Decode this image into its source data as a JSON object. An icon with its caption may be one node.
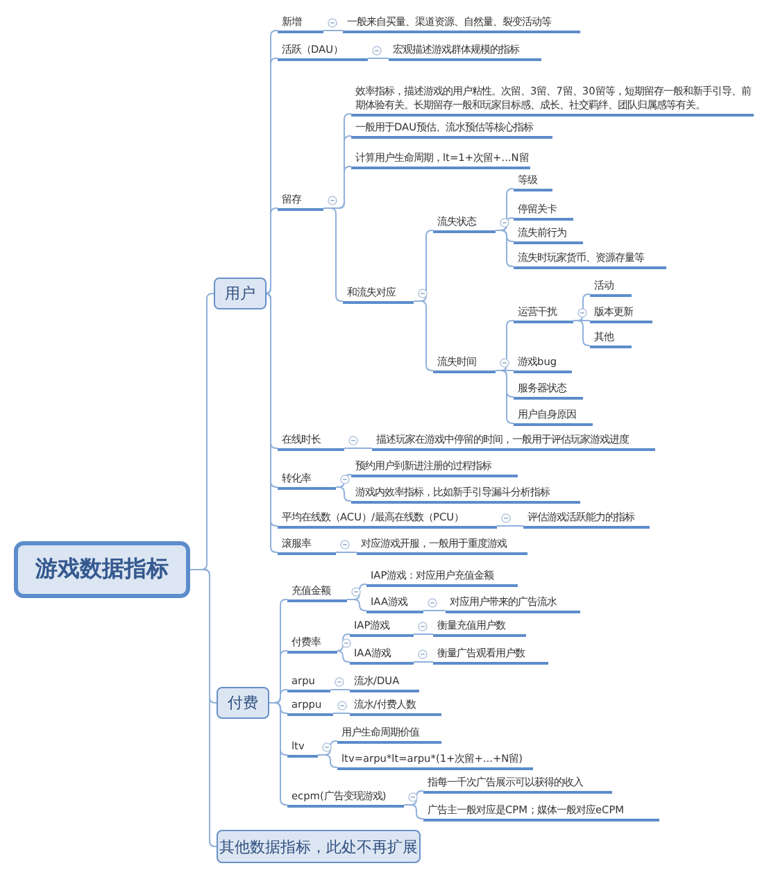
{
  "diagram": {
    "nodes": [
      {
        "text": [
          "游戏数据指标"
        ]
      },
      {
        "text": [
          "用户"
        ]
      },
      {
        "text": [
          "付费"
        ]
      },
      {
        "text": [
          "其他数据指标，此处不再扩展"
        ]
      },
      {
        "text": [
          "新增"
        ]
      },
      {
        "text": [
          "一般来自买量、渠道资源、自然量、裂变活动等"
        ]
      },
      {
        "text": [
          "活跃（DAU）"
        ]
      },
      {
        "text": [
          "宏观描述游戏群体规模的指标"
        ]
      },
      {
        "text": [
          "留存"
        ]
      },
      {
        "text": [
          "效率指标，描述游戏的用户粘性。次留、3留、7留、30留等，短期留存一般和新手引导、前期体验有关。长期留存一般和玩家目标感、成长、社交羁绊、团队归属感等有关。"
        ]
      },
      {
        "text": [
          "一般用于DAU预估、流水预估等核心指标"
        ]
      },
      {
        "text": [
          "计算用户生命周期，lt=1+次留+...N留"
        ]
      },
      {
        "text": [
          "和流失对应"
        ]
      },
      {
        "text": [
          "流失状态"
        ]
      },
      {
        "text": [
          "等级"
        ]
      },
      {
        "text": [
          "停留关卡"
        ]
      },
      {
        "text": [
          "流失前行为"
        ]
      },
      {
        "text": [
          "流失时玩家货币、资源存量等"
        ]
      },
      {
        "text": [
          "流失时间"
        ]
      },
      {
        "text": [
          "运营干扰"
        ]
      },
      {
        "text": [
          "活动"
        ]
      },
      {
        "text": [
          "版本更新"
        ]
      },
      {
        "text": [
          "其他"
        ]
      },
      {
        "text": [
          "游戏bug"
        ]
      },
      {
        "text": [
          "服务器状态"
        ]
      },
      {
        "text": [
          "用户自身原因"
        ]
      },
      {
        "text": [
          "在线时长"
        ]
      },
      {
        "text": [
          "描述玩家在游戏中停留的时间，一般用于评估玩家游戏进度"
        ]
      },
      {
        "text": [
          "转化率"
        ]
      },
      {
        "text": [
          "预约用户到新进注册的过程指标"
        ]
      },
      {
        "text": [
          "游戏内效率指标，比如新手引导漏斗分析指标"
        ]
      },
      {
        "text": [
          "平均在线数（ACU）/最高在线数（PCU）"
        ]
      },
      {
        "text": [
          "评估游戏活跃能力的指标"
        ]
      },
      {
        "text": [
          "滚服率"
        ]
      },
      {
        "text": [
          "对应游戏开服，一般用于重度游戏"
        ]
      },
      {
        "text": [
          "充值金额"
        ]
      },
      {
        "text": [
          "IAP游戏：对应用户充值金额"
        ]
      },
      {
        "text": [
          "IAA游戏"
        ]
      },
      {
        "text": [
          "对应用户带来的广告流水"
        ]
      },
      {
        "text": [
          "付费率"
        ]
      },
      {
        "text": [
          "IAP游戏"
        ]
      },
      {
        "text": [
          "衡量充值用户数"
        ]
      },
      {
        "text": [
          "IAA游戏"
        ]
      },
      {
        "text": [
          "衡量广告观看用户数"
        ]
      },
      {
        "text": [
          "arpu"
        ]
      },
      {
        "text": [
          "流水/DUA"
        ]
      },
      {
        "text": [
          "arppu"
        ]
      },
      {
        "text": [
          "流水/付费人数"
        ]
      },
      {
        "text": [
          "ltv"
        ]
      },
      {
        "text": [
          "用户生命周期价值"
        ]
      },
      {
        "text": [
          "ltv=arpu*lt=arpu*(1+次留+...+N留)"
        ]
      },
      {
        "text": [
          "ecpm(广告变现游戏)"
        ]
      },
      {
        "text": [
          "指每一千次广告展示可以获得的收入"
        ]
      },
      {
        "text": [
          "广告主一般对应是CPM；媒体一般对应eCPM"
        ]
      }
    ],
    "edges": [
      {
        "from": 0,
        "to": 1,
        "arrow": "none"
      },
      {
        "from": 0,
        "to": 2,
        "arrow": "none"
      },
      {
        "from": 0,
        "to": 3,
        "arrow": "none"
      },
      {
        "from": 1,
        "to": 4,
        "arrow": "none"
      },
      {
        "from": 1,
        "to": 6,
        "arrow": "none"
      },
      {
        "from": 1,
        "to": 8,
        "arrow": "none"
      },
      {
        "from": 1,
        "to": 26,
        "arrow": "none"
      },
      {
        "from": 1,
        "to": 28,
        "arrow": "none"
      },
      {
        "from": 1,
        "to": 31,
        "arrow": "none"
      },
      {
        "from": 1,
        "to": 33,
        "arrow": "none"
      },
      {
        "from": 4,
        "to": 5,
        "arrow": "none"
      },
      {
        "from": 6,
        "to": 7,
        "arrow": "none"
      },
      {
        "from": 8,
        "to": 9,
        "arrow": "none"
      },
      {
        "from": 8,
        "to": 10,
        "arrow": "none"
      },
      {
        "from": 8,
        "to": 11,
        "arrow": "none"
      },
      {
        "from": 8,
        "to": 12,
        "arrow": "none"
      },
      {
        "from": 12,
        "to": 13,
        "arrow": "none"
      },
      {
        "from": 12,
        "to": 18,
        "arrow": "none"
      },
      {
        "from": 13,
        "to": 14,
        "arrow": "none"
      },
      {
        "from": 13,
        "to": 15,
        "arrow": "none"
      },
      {
        "from": 13,
        "to": 16,
        "arrow": "none"
      },
      {
        "from": 13,
        "to": 17,
        "arrow": "none"
      },
      {
        "from": 18,
        "to": 19,
        "arrow": "none"
      },
      {
        "from": 18,
        "to": 23,
        "arrow": "none"
      },
      {
        "from": 18,
        "to": 24,
        "arrow": "none"
      },
      {
        "from": 18,
        "to": 25,
        "arrow": "none"
      },
      {
        "from": 19,
        "to": 20,
        "arrow": "none"
      },
      {
        "from": 19,
        "to": 21,
        "arrow": "none"
      },
      {
        "from": 19,
        "to": 22,
        "arrow": "none"
      },
      {
        "from": 26,
        "to": 27,
        "arrow": "none"
      },
      {
        "from": 28,
        "to": 29,
        "arrow": "none"
      },
      {
        "from": 28,
        "to": 30,
        "arrow": "none"
      },
      {
        "from": 31,
        "to": 32,
        "arrow": "none"
      },
      {
        "from": 33,
        "to": 34,
        "arrow": "none"
      },
      {
        "from": 2,
        "to": 35,
        "arrow": "none"
      },
      {
        "from": 2,
        "to": 39,
        "arrow": "none"
      },
      {
        "from": 2,
        "to": 44,
        "arrow": "none"
      },
      {
        "from": 2,
        "to": 46,
        "arrow": "none"
      },
      {
        "from": 2,
        "to": 48,
        "arrow": "none"
      },
      {
        "from": 2,
        "to": 51,
        "arrow": "none"
      },
      {
        "from": 35,
        "to": 36,
        "arrow": "none"
      },
      {
        "from": 35,
        "to": 37,
        "arrow": "none"
      },
      {
        "from": 37,
        "to": 38,
        "arrow": "none"
      },
      {
        "from": 39,
        "to": 40,
        "arrow": "none"
      },
      {
        "from": 39,
        "to": 42,
        "arrow": "none"
      },
      {
        "from": 40,
        "to": 41,
        "arrow": "none"
      },
      {
        "from": 42,
        "to": 43,
        "arrow": "none"
      },
      {
        "from": 44,
        "to": 45,
        "arrow": "none"
      },
      {
        "from": 46,
        "to": 47,
        "arrow": "none"
      },
      {
        "from": 48,
        "to": 49,
        "arrow": "none"
      },
      {
        "from": 48,
        "to": 50,
        "arrow": "none"
      },
      {
        "from": 51,
        "to": 52,
        "arrow": "none"
      },
      {
        "from": 51,
        "to": 53,
        "arrow": "none"
      }
    ]
  }
}
